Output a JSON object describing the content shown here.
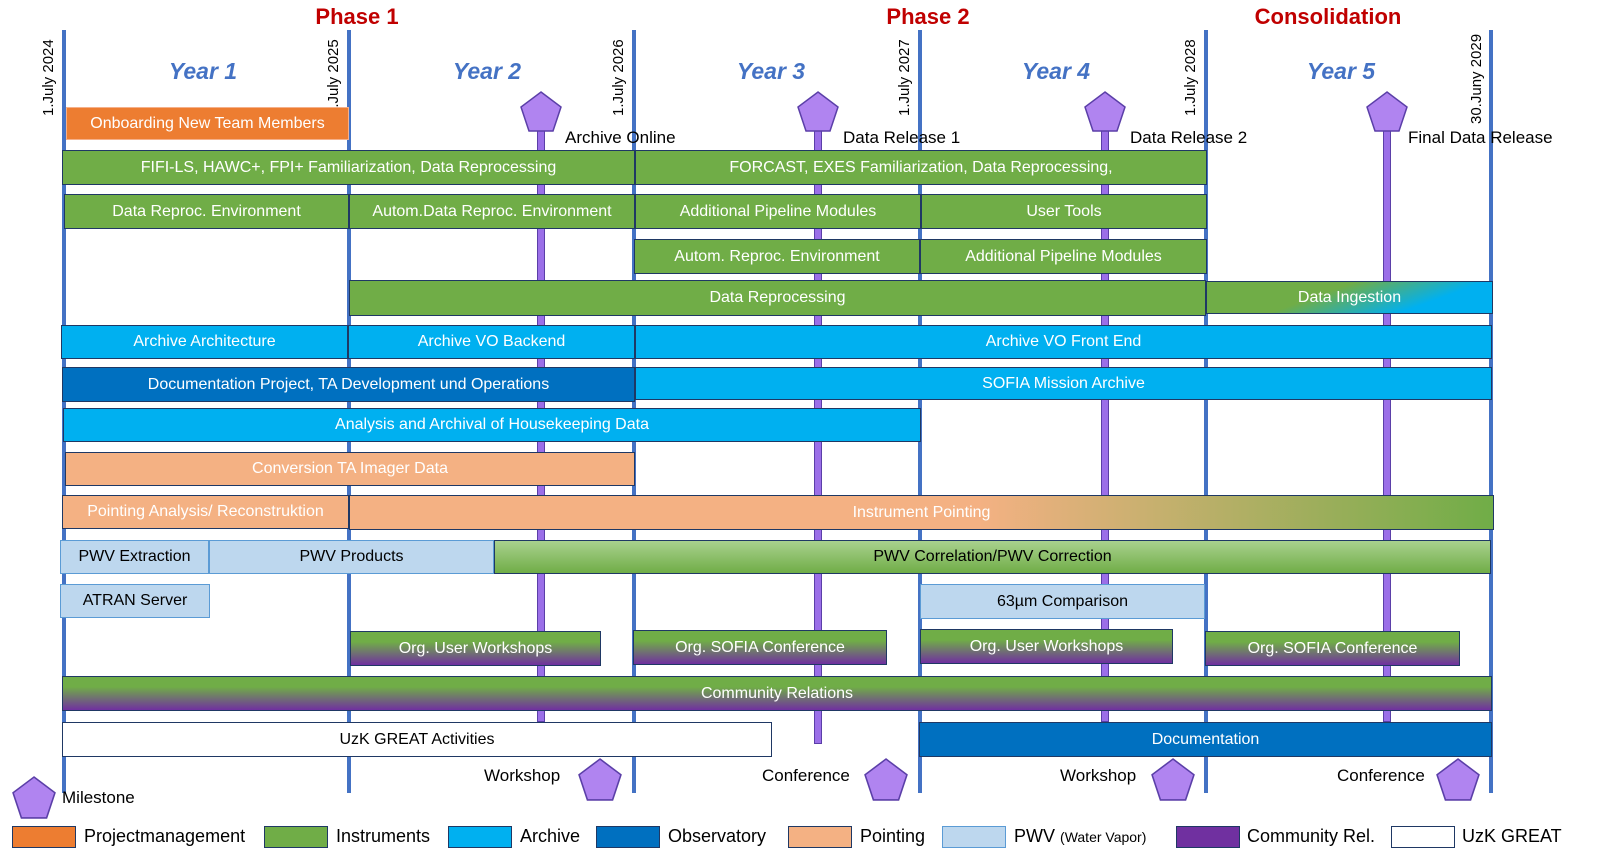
{
  "phases": {
    "p1": "Phase 1",
    "p2": "Phase 2",
    "cons": "Consolidation"
  },
  "years": [
    "Year 1",
    "Year 2",
    "Year 3",
    "Year 4",
    "Year 5"
  ],
  "dates": [
    "1.July 2024",
    "1.July 2025",
    "1.July 2026",
    "1.July 2027",
    "1.July 2028",
    "30.Juny 2029"
  ],
  "milestones": {
    "archive_online": "Archive Online",
    "data_release_1": "Data Release 1",
    "data_release_2": "Data Release 2",
    "final": "Final Data Release"
  },
  "events": {
    "workshop_1": "Workshop",
    "conference_1": "Conference",
    "workshop_2": "Workshop",
    "conference_2": "Conference"
  },
  "bars": {
    "onboarding": "Onboarding New Team Members",
    "fifi": "FIFI-LS, HAWC+, FPI+ Familiarization, Data Reprocessing",
    "forcast": "FORCAST, EXES Familiarization, Data Reprocessing,",
    "data_reproc_env": "Data Reproc. Environment",
    "autom_data_reproc_env": "Autom.Data Reproc. Environment",
    "add_pipeline_1": "Additional Pipeline Modules",
    "user_tools": "User Tools",
    "autom_reproc_env": "Autom. Reproc. Environment",
    "add_pipeline_2": "Additional Pipeline Modules",
    "data_reprocessing": "Data Reprocessing",
    "data_ingestion": "Data Ingestion",
    "archive_arch": "Archive Architecture",
    "archive_vo_backend": "Archive VO Backend",
    "archive_vo_frontend": "Archive VO  Front End",
    "doc_project": "Documentation Project, TA Development und Operations",
    "sofia_archive": "SOFIA Mission Archive",
    "housekeeping": "Analysis and Archival of Housekeeping Data",
    "conversion_ta": "Conversion TA Imager Data",
    "pointing_analysis": "Pointing Analysis/ Reconstruktion",
    "instrument_pointing": "Instrument Pointing",
    "pwv_extraction": "PWV Extraction",
    "pwv_products": "PWV Products",
    "pwv_correlation": "PWV Correlation/PWV Correction",
    "atran": "ATRAN Server",
    "comparison_63": "63µm Comparison",
    "user_workshops_1": "Org. User Workshops",
    "sofia_conf_1": "Org. SOFIA Conference",
    "user_workshops_2": "Org. User Workshops",
    "sofia_conf_2": "Org. SOFIA Conference",
    "community": "Community Relations",
    "great": "UzK GREAT Activities",
    "documentation": "Documentation"
  },
  "legend": {
    "milestone": "Milestone",
    "pm": "Projectmanagement",
    "instruments": "Instruments",
    "archive": "Archive",
    "observatory": "Observatory",
    "pointing": "Pointing",
    "pwv": "PWV",
    "pwv_note": "(Water Vapor)",
    "community": "Community Rel.",
    "great": "UzK GREAT"
  },
  "colors": {
    "projectmanagement": "#ed7d31",
    "instruments": "#70ad47",
    "archive": "#00b0f0",
    "observatory": "#0070c0",
    "pointing": "#f4b183",
    "pwv": "#bdd7ee",
    "community": "#7030a0",
    "great": "#ffffff",
    "milestone": "#b084f0",
    "phase": "#c00000",
    "year": "#4472c4"
  }
}
